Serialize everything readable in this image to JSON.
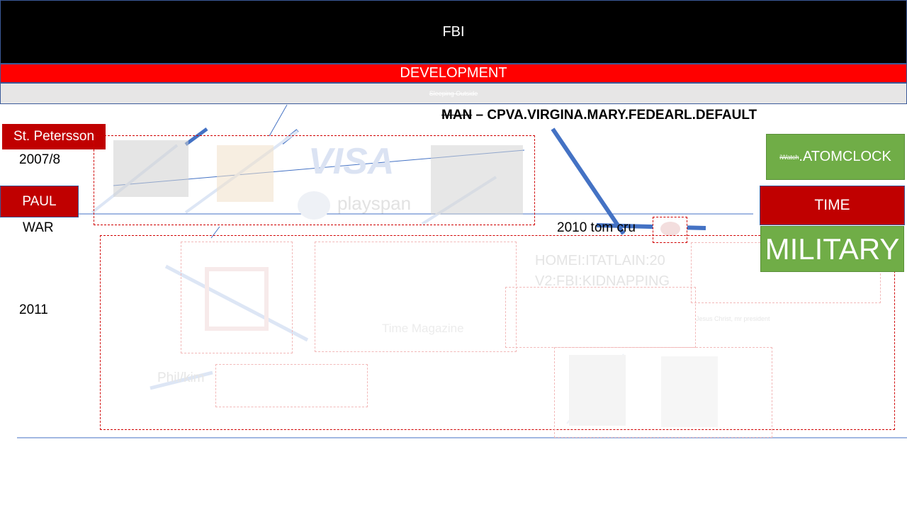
{
  "header": {
    "title": "FBI"
  },
  "banner": {
    "title": "DEVELOPMENT"
  },
  "subbar": {
    "text": "Sleeping Outside"
  },
  "headline": {
    "struck": "MAN",
    "rest": " – CPVA.VIRGINA.MARY.FEDEARL.DEFAULT"
  },
  "left": {
    "city_label": "St. Petersson",
    "year_1": "2007/8",
    "person_label": "PAUL",
    "war_label": "WAR",
    "year_2": "2011"
  },
  "right": {
    "watch_small": "iWatch",
    "watch_text": ".ATOMCLOCK",
    "time_label": "TIME",
    "military_label": "MILITARY"
  },
  "timeline": {
    "event_2010": "2010 tom cru"
  },
  "faded": {
    "visa": "VISA",
    "playspan": "playspan",
    "home_line_1": "HOMEI:ITATLAIN:20",
    "home_line_2": "V2:FBI:KIDNAPPING",
    "box_note": "Time Magazine",
    "phil": "Phil/kim",
    "jesus_note": "Jesus Christ, mr president"
  },
  "colors": {
    "black_bar": "#000000",
    "red_bar": "#ff0000",
    "dark_red": "#c00000",
    "green": "#70ad47",
    "line_blue": "#4472c4"
  }
}
